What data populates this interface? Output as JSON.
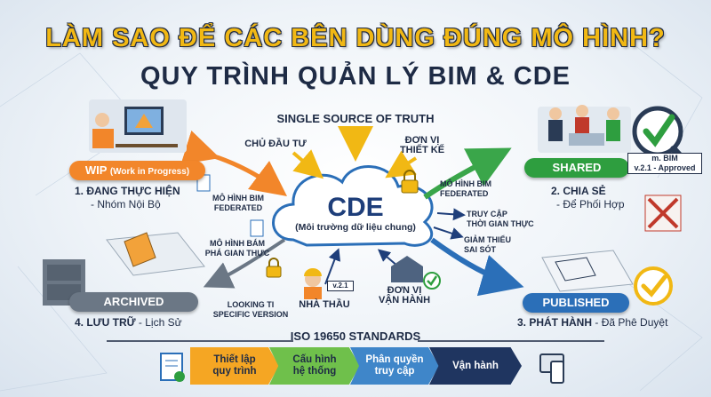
{
  "title_line1": "LÀM SAO ĐỂ CÁC BÊN DÙNG ĐÚNG MÔ HÌNH?",
  "title_line2": "QUY TRÌNH QUẢN LÝ BIM & CDE",
  "single_source": "SINGLE SOURCE OF TRUTH",
  "cde": {
    "title": "CDE",
    "subtitle": "(Môi trường dữ liệu chung)"
  },
  "stakeholders": {
    "owner": "CHỦ ĐẦU TƯ",
    "designer_line1": "ĐƠN VỊ",
    "designer_line2": "THIẾT KẾ",
    "contractor": "NHÀ THẦU",
    "operator_line1": "ĐƠN VỊ",
    "operator_line2": "VẬN HÀNH"
  },
  "states": {
    "wip": {
      "label": "WIP",
      "detail": "(Work in Progress)",
      "caption_title": "1. ĐANG THỰC HIỆN",
      "caption_sub": "- Nhóm Nội Bộ"
    },
    "shared": {
      "label": "SHARED",
      "caption_title": "2. CHIA SẺ",
      "caption_sub": "- Để Phối Hợp"
    },
    "published": {
      "label": "PUBLISHED",
      "caption_title": "3. PHÁT HÀNH",
      "caption_sub": "- Đã Phê Duyệt"
    },
    "archived": {
      "label": "ARCHIVED",
      "caption_title": "4. LƯU TRỮ",
      "caption_sub": "- Lịch Sử"
    }
  },
  "flow_labels": {
    "federated_left_1": "MÔ HÌNH BIM",
    "federated_left_2": "FEDERATED",
    "realtime_left_1": "MÔ HÌNH BÁM",
    "realtime_left_2": "PHÁ GIAN THỰC",
    "looking_1": "LOOKING TI",
    "looking_2": "SPECIFIC VERSION",
    "federated_right_1": "MÔ HÌNH BIM",
    "federated_right_2": "FEDERATED",
    "realtime_right_1": "TRUY CẬP",
    "realtime_right_2": "THỜI GIAN THỰC",
    "reduce_1": "GIẢM THIỂU",
    "reduce_2": "SAI SÓT"
  },
  "badges": {
    "version": "v.2.1",
    "mbim_1": "m. BIM",
    "mbim_2": "v.2.1 - Approved"
  },
  "iso": "ISO 19650 STANDARDS",
  "steps": [
    {
      "line1": "Thiết lập",
      "line2": "quy trình"
    },
    {
      "line1": "Cấu hình",
      "line2": "hệ thống"
    },
    {
      "line1": "Phân quyền",
      "line2": "truy cập"
    },
    {
      "line1": "Vận hành",
      "line2": ""
    }
  ],
  "colors": {
    "wip": "#f2862a",
    "shared": "#2e9e3f",
    "published": "#2b6fb8",
    "archived": "#6b7785",
    "title_yellow": "#f1b814",
    "navy": "#1e2b45"
  }
}
